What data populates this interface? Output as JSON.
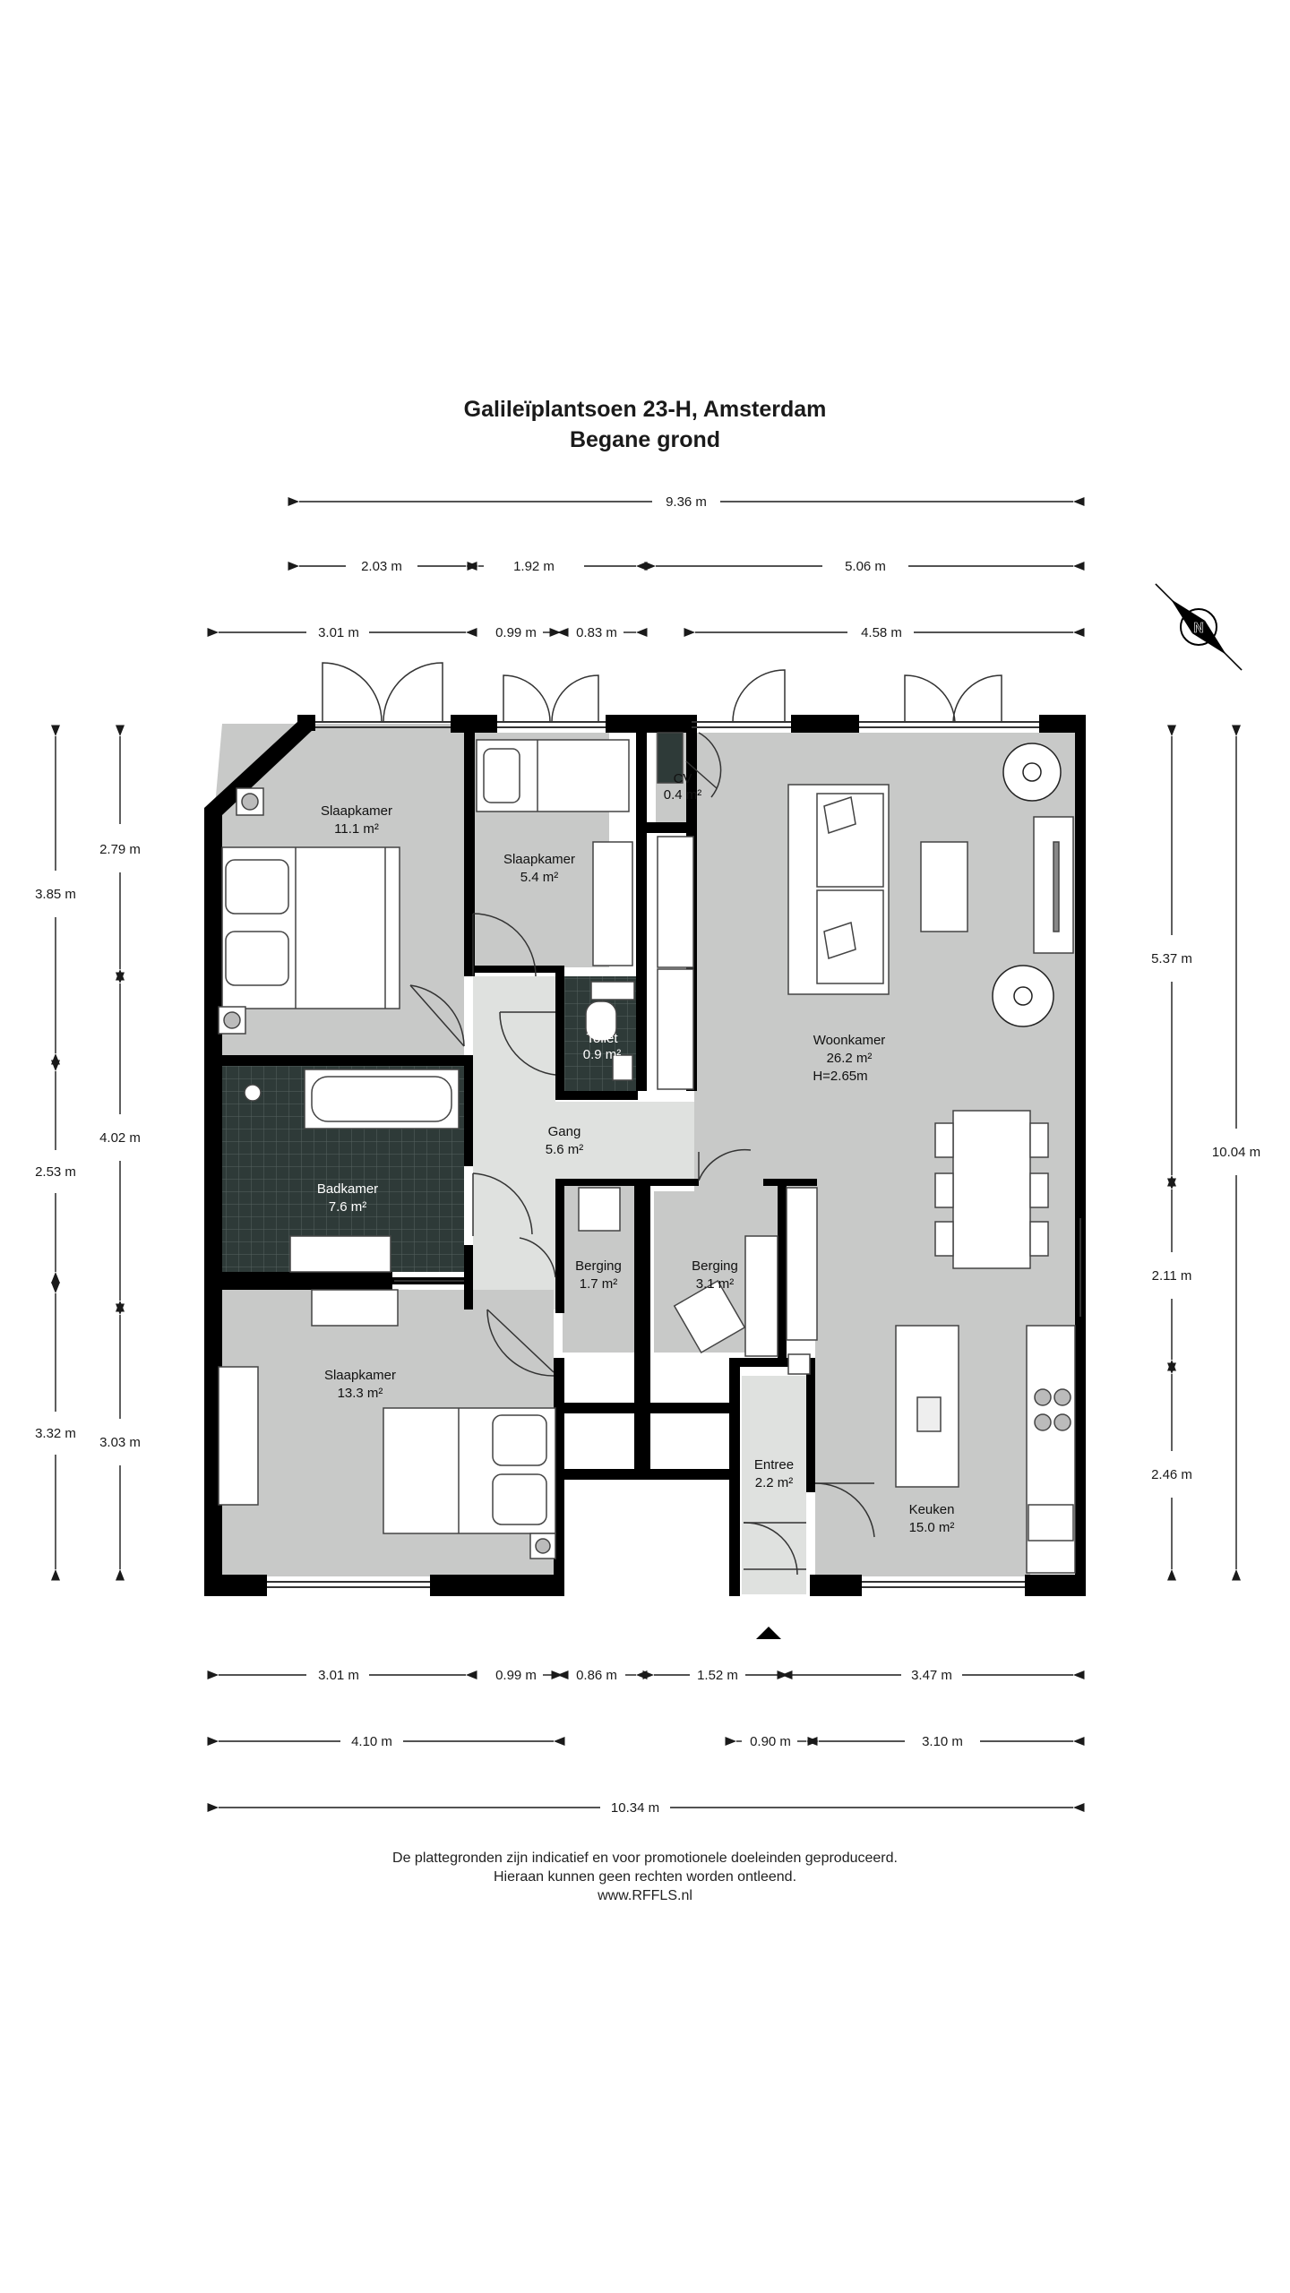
{
  "header": {
    "address": "Galileïplantsoen 23-H, Amsterdam",
    "floor": "Begane grond"
  },
  "rooms": {
    "slaapkamer_1": {
      "name": "Slaapkamer",
      "area": "11.1 m²"
    },
    "slaapkamer_2": {
      "name": "Slaapkamer",
      "area": "5.4 m²"
    },
    "cv": {
      "name": "CV",
      "area": "0.4 m²"
    },
    "woonkamer": {
      "name": "Woonkamer",
      "area": "26.2 m²",
      "height": "H=2.65m"
    },
    "toilet": {
      "name": "Toilet",
      "area": "0.9 m²"
    },
    "gang": {
      "name": "Gang",
      "area": "5.6 m²"
    },
    "badkamer": {
      "name": "Badkamer",
      "area": "7.6 m²"
    },
    "berging_1": {
      "name": "Berging",
      "area": "1.7 m²"
    },
    "berging_2": {
      "name": "Berging",
      "area": "3.1 m²"
    },
    "slaapkamer_3": {
      "name": "Slaapkamer",
      "area": "13.3 m²"
    },
    "entree": {
      "name": "Entree",
      "area": "2.2 m²"
    },
    "keuken": {
      "name": "Keuken",
      "area": "15.0 m²"
    }
  },
  "dimensions": {
    "top_total": "9.36 m",
    "top_row2": [
      "2.03 m",
      "1.92 m",
      "5.06 m"
    ],
    "top_row3": [
      "3.01 m",
      "0.99 m",
      "0.83 m",
      "4.58 m"
    ],
    "left_outer": [
      "3.85 m",
      "2.53 m",
      "3.32 m"
    ],
    "left_inner": [
      "2.79 m",
      "4.02 m",
      "3.03 m"
    ],
    "right_inner": [
      "5.37 m",
      "2.11 m",
      "2.46 m"
    ],
    "right_outer": "10.04 m",
    "bottom_row1": [
      "3.01 m",
      "0.99 m",
      "0.86 m",
      "1.52 m",
      "3.47 m"
    ],
    "bottom_row2": [
      "4.10 m",
      "0.90 m",
      "3.10 m"
    ],
    "bottom_total": "10.34 m"
  },
  "compass": {
    "label": "N"
  },
  "footer": {
    "line1": "De plattegronden zijn indicatief en voor promotionele doeleinden geproduceerd.",
    "line2": "Hieraan kunnen geen rechten worden ontleend.",
    "line3": "www.RFFLS.nl"
  },
  "colors": {
    "wall": "#000000",
    "room_floor": "#c8c9c8",
    "gang_floor": "#dfe1df",
    "tile": "#2e3a38",
    "dimension_line": "#1a1a1a"
  }
}
